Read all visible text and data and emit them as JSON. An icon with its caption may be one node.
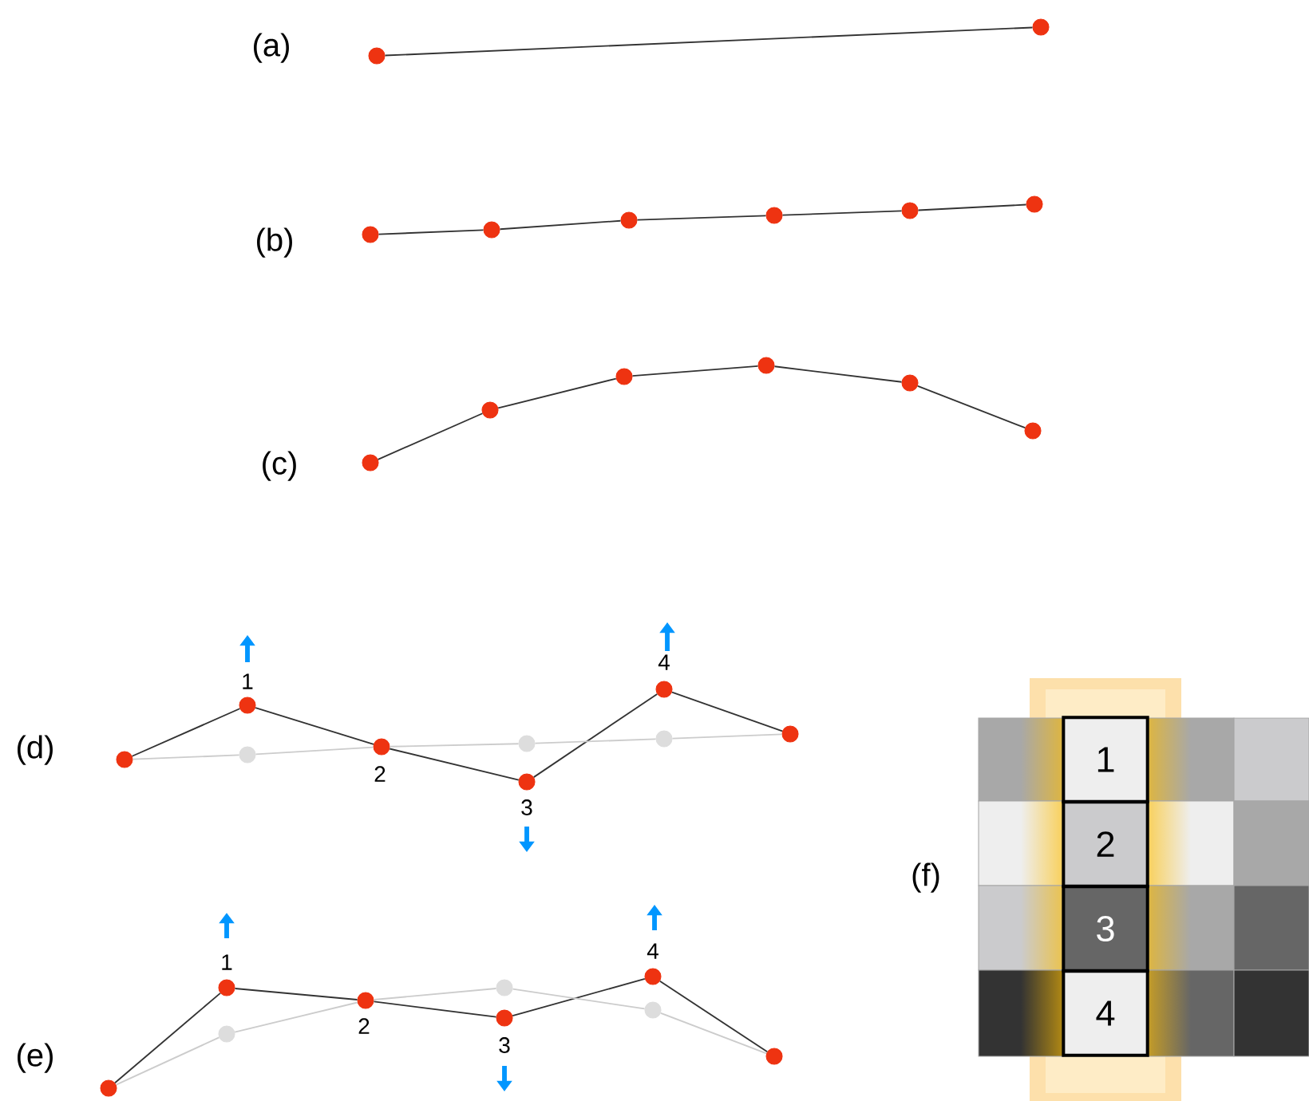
{
  "diagram": {
    "nodes": [
      {
        "text": [],
        "shape": "circle"
      },
      {
        "text": [],
        "shape": "circle"
      },
      {
        "text": [],
        "shape": "circle"
      },
      {
        "text": [],
        "shape": "circle"
      },
      {
        "text": [],
        "shape": "circle"
      },
      {
        "text": [],
        "shape": "circle"
      },
      {
        "text": [],
        "shape": "circle"
      },
      {
        "text": [],
        "shape": "circle"
      },
      {
        "text": [],
        "shape": "circle"
      },
      {
        "text": [],
        "shape": "circle"
      },
      {
        "text": [],
        "shape": "circle"
      },
      {
        "text": [],
        "shape": "circle"
      },
      {
        "text": [],
        "shape": "circle"
      },
      {
        "text": [],
        "shape": "circle"
      },
      {
        "text": [],
        "shape": "circle"
      },
      {
        "text": [],
        "shape": "circle",
        "beside": [
          "1"
        ]
      },
      {
        "text": [],
        "shape": "circle"
      },
      {
        "text": [],
        "shape": "circle",
        "beside": [
          "2"
        ]
      },
      {
        "text": [],
        "shape": "circle",
        "beside": [
          "3"
        ]
      },
      {
        "text": [],
        "shape": "circle"
      },
      {
        "text": [],
        "shape": "circle",
        "beside": [
          "4"
        ]
      },
      {
        "text": [],
        "shape": "circle"
      },
      {
        "text": [],
        "shape": "circle"
      },
      {
        "text": [],
        "shape": "circle"
      },
      {
        "text": [],
        "shape": "circle",
        "beside": [
          "1"
        ]
      },
      {
        "text": [],
        "shape": "circle"
      },
      {
        "text": [],
        "shape": "circle",
        "beside": [
          "2"
        ]
      },
      {
        "text": [],
        "shape": "circle",
        "beside": [
          "3"
        ]
      },
      {
        "text": [],
        "shape": "circle"
      },
      {
        "text": [],
        "shape": "circle",
        "beside": [
          "4"
        ]
      },
      {
        "text": [],
        "shape": "circle"
      },
      {
        "text": [],
        "shape": "circle"
      },
      {
        "text": [
          "1"
        ]
      },
      {
        "text": [
          "2"
        ]
      },
      {
        "text": [
          "3"
        ]
      },
      {
        "text": [
          "4"
        ]
      }
    ],
    "edges": [
      {
        "from": 0,
        "to": 1,
        "arrow": "none"
      },
      {
        "from": 2,
        "to": 3,
        "arrow": "none"
      },
      {
        "from": 3,
        "to": 4,
        "arrow": "none"
      },
      {
        "from": 4,
        "to": 5,
        "arrow": "none"
      },
      {
        "from": 5,
        "to": 6,
        "arrow": "none"
      },
      {
        "from": 6,
        "to": 7,
        "arrow": "none"
      },
      {
        "from": 8,
        "to": 9,
        "arrow": "none"
      },
      {
        "from": 9,
        "to": 10,
        "arrow": "none"
      },
      {
        "from": 10,
        "to": 11,
        "arrow": "none"
      },
      {
        "from": 11,
        "to": 12,
        "arrow": "none"
      },
      {
        "from": 12,
        "to": 13,
        "arrow": "none"
      },
      {
        "from": 14,
        "to": 15,
        "arrow": "none"
      },
      {
        "from": 15,
        "to": 17,
        "arrow": "none"
      },
      {
        "from": 17,
        "to": 18,
        "arrow": "none"
      },
      {
        "from": 18,
        "to": 20,
        "arrow": "none"
      },
      {
        "from": 20,
        "to": 22,
        "arrow": "none"
      },
      {
        "from": 14,
        "to": 16,
        "arrow": "none",
        "color": "#cccccc"
      },
      {
        "from": 16,
        "to": 17,
        "arrow": "none",
        "color": "#cccccc"
      },
      {
        "from": 17,
        "to": 19,
        "arrow": "none",
        "color": "#cccccc"
      },
      {
        "from": 19,
        "to": 21,
        "arrow": "none",
        "color": "#cccccc"
      },
      {
        "from": 21,
        "to": 22,
        "arrow": "none",
        "color": "#cccccc"
      },
      {
        "from": 23,
        "to": 24,
        "arrow": "none"
      },
      {
        "from": 24,
        "to": 26,
        "arrow": "none"
      },
      {
        "from": 26,
        "to": 27,
        "arrow": "none"
      },
      {
        "from": 27,
        "to": 29,
        "arrow": "none"
      },
      {
        "from": 29,
        "to": 31,
        "arrow": "none"
      },
      {
        "from": 23,
        "to": 25,
        "arrow": "none",
        "color": "#cccccc"
      },
      {
        "from": 25,
        "to": 26,
        "arrow": "none",
        "color": "#cccccc"
      },
      {
        "from": 26,
        "to": 28,
        "arrow": "none",
        "color": "#cccccc"
      },
      {
        "from": 28,
        "to": 30,
        "arrow": "none",
        "color": "#cccccc"
      },
      {
        "from": 30,
        "to": 31,
        "arrow": "none",
        "color": "#cccccc"
      }
    ],
    "labels": [
      "(a)",
      "(b)",
      "(c)",
      "(d)",
      "(f)",
      "(e)"
    ]
  }
}
